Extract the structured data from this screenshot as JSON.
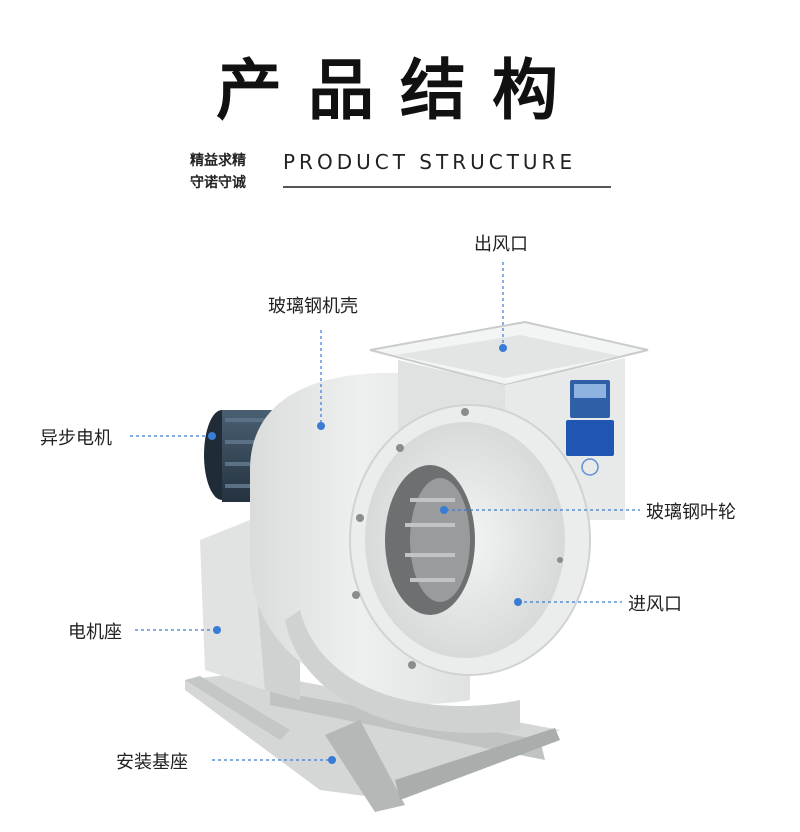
{
  "header": {
    "title": "产品结构",
    "motto_line1": "精益求精",
    "motto_line2": "守诺守诚",
    "subtitle": "PRODUCT STRUCTURE"
  },
  "labels": {
    "outlet": "出风口",
    "housing": "玻璃钢机壳",
    "motor": "异步电机",
    "impeller": "玻璃钢叶轮",
    "inlet": "进风口",
    "motor_mount": "电机座",
    "base": "安装基座"
  },
  "colors": {
    "accent": "#3a7bd5",
    "housing": "#e6e8e7",
    "frame": "#c9cccb"
  }
}
